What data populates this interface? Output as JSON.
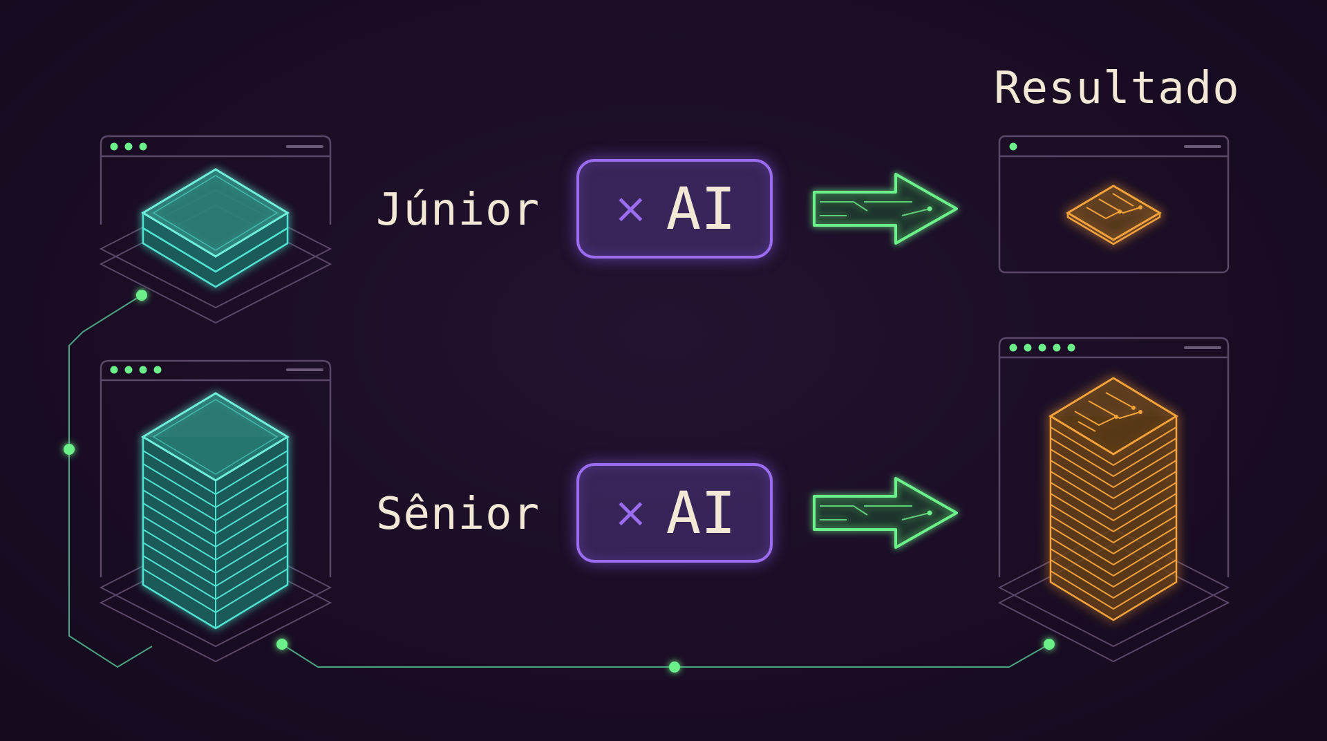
{
  "result_title": "Resultado",
  "rows": [
    {
      "label": "Júnior",
      "multiplier_symbol": "×",
      "multiplier_text": "AI"
    },
    {
      "label": "Sênior",
      "multiplier_symbol": "×",
      "multiplier_text": "AI"
    }
  ],
  "colors": {
    "background": "#1a0d24",
    "teal": "#4fe3d0",
    "green": "#6cf08a",
    "purple": "#9a6cf0",
    "orange": "#f5a23a",
    "panel_border": "#5a4868",
    "text": "#f3e8d6"
  },
  "icons": [
    "junior-stack-icon",
    "senior-stack-icon",
    "circuit-arrow-icon",
    "chip-icon",
    "chip-stack-icon"
  ]
}
